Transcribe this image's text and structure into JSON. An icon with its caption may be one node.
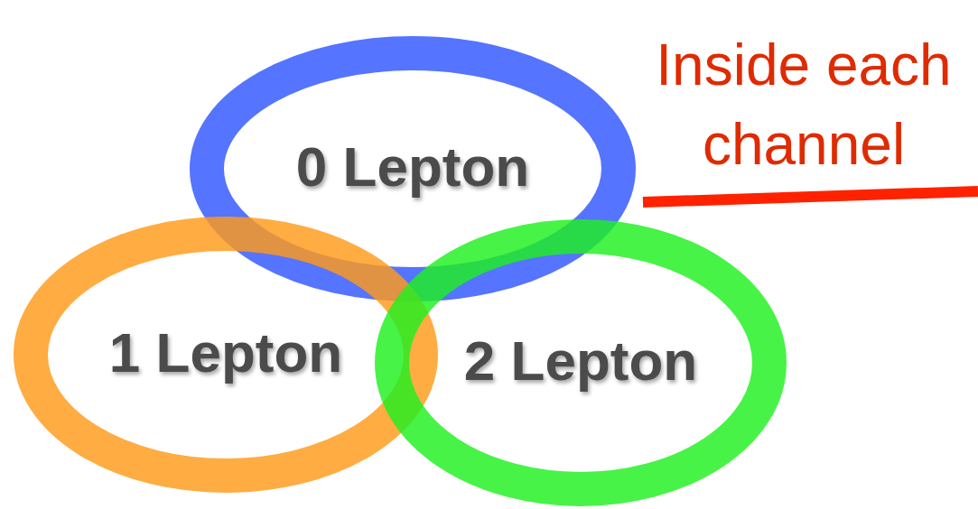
{
  "diagram": {
    "nodes": [
      {
        "text": [
          "0 Lepton"
        ]
      },
      {
        "text": [
          "1 Lepton"
        ]
      },
      {
        "text": [
          "2 Lepton"
        ]
      }
    ],
    "labels": [
      "Inside each channel"
    ]
  }
}
